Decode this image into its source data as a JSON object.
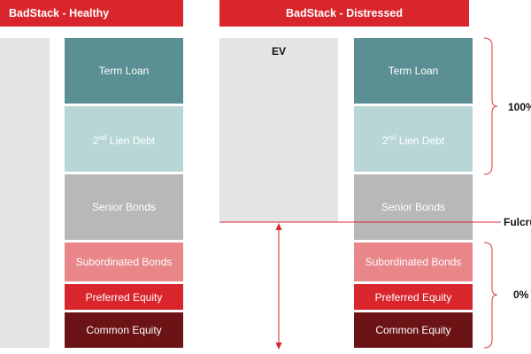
{
  "headers": {
    "healthy": "BadStack - Healthy",
    "distressed": "BadStack - Distressed"
  },
  "ev_label": "EV",
  "stack": [
    {
      "label": "Term Loan",
      "bg": "#5a8f93",
      "fg": "#ffffff"
    },
    {
      "label": "2nd Lien Debt",
      "bg": "#b9d6d6",
      "fg": "#ffffff"
    },
    {
      "label": "Senior Bonds",
      "bg": "#b8b8b8",
      "fg": "#ffffff"
    },
    {
      "label": "Subordinated Bonds",
      "bg": "#e8868a",
      "fg": "#ffffff"
    },
    {
      "label": "Preferred Equity",
      "bg": "#d9262c",
      "fg": "#ffffff"
    },
    {
      "label": "Common Equity",
      "bg": "#6b1315",
      "fg": "#ffffff"
    }
  ],
  "lien_ordinal": {
    "number": "2",
    "suffix": "nd",
    "rest": " Lien Debt"
  },
  "recovery_labels": {
    "top": "100%",
    "fulcrum": "Fulcru",
    "bottom": "0%"
  },
  "colors": {
    "header_red": "#d9262c",
    "ev_gray": "#e4e4e4",
    "line_red": "#d9262c",
    "bracket_red": "#e05a5f"
  }
}
